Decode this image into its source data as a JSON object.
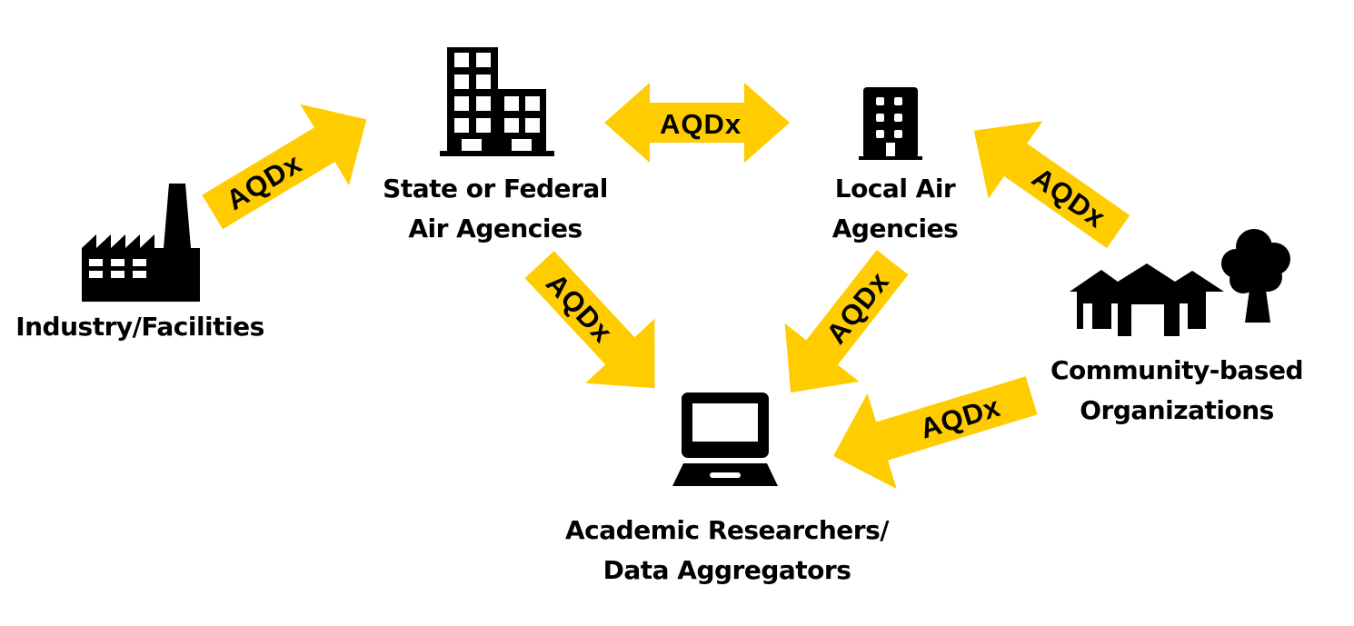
{
  "diagram": {
    "colors": {
      "arrow": "#FFCC00",
      "icon": "#000000",
      "text": "#000000",
      "background": "#FFFFFF"
    },
    "nodes": {
      "industry": {
        "label": "Industry/Facilities",
        "icon": "factory-icon"
      },
      "state_federal": {
        "label_line1": "State or Federal",
        "label_line2": "Air Agencies",
        "icon": "office-buildings-icon"
      },
      "local": {
        "label_line1": "Local Air",
        "label_line2": "Agencies",
        "icon": "building-icon"
      },
      "community": {
        "label_line1": "Community-based",
        "label_line2": "Organizations",
        "icon": "houses-and-tree-icon"
      },
      "academic": {
        "label_line1": "Academic Researchers/",
        "label_line2": "Data Aggregators",
        "icon": "laptop-icon"
      }
    },
    "edges": [
      {
        "from": "Industry/Facilities",
        "to": "State or Federal Air Agencies",
        "label": "AQDx",
        "direction": "one-way"
      },
      {
        "from": "State or Federal Air Agencies",
        "to": "Local Air Agencies",
        "label": "AQDx",
        "direction": "two-way"
      },
      {
        "from": "Community-based Organizations",
        "to": "Local Air Agencies",
        "label": "AQDx",
        "direction": "one-way"
      },
      {
        "from": "State or Federal Air Agencies",
        "to": "Academic Researchers/Data Aggregators",
        "label": "AQDx",
        "direction": "one-way"
      },
      {
        "from": "Local Air Agencies",
        "to": "Academic Researchers/Data Aggregators",
        "label": "AQDx",
        "direction": "one-way"
      },
      {
        "from": "Community-based Organizations",
        "to": "Academic Researchers/Data Aggregators",
        "label": "AQDx",
        "direction": "one-way"
      }
    ]
  }
}
